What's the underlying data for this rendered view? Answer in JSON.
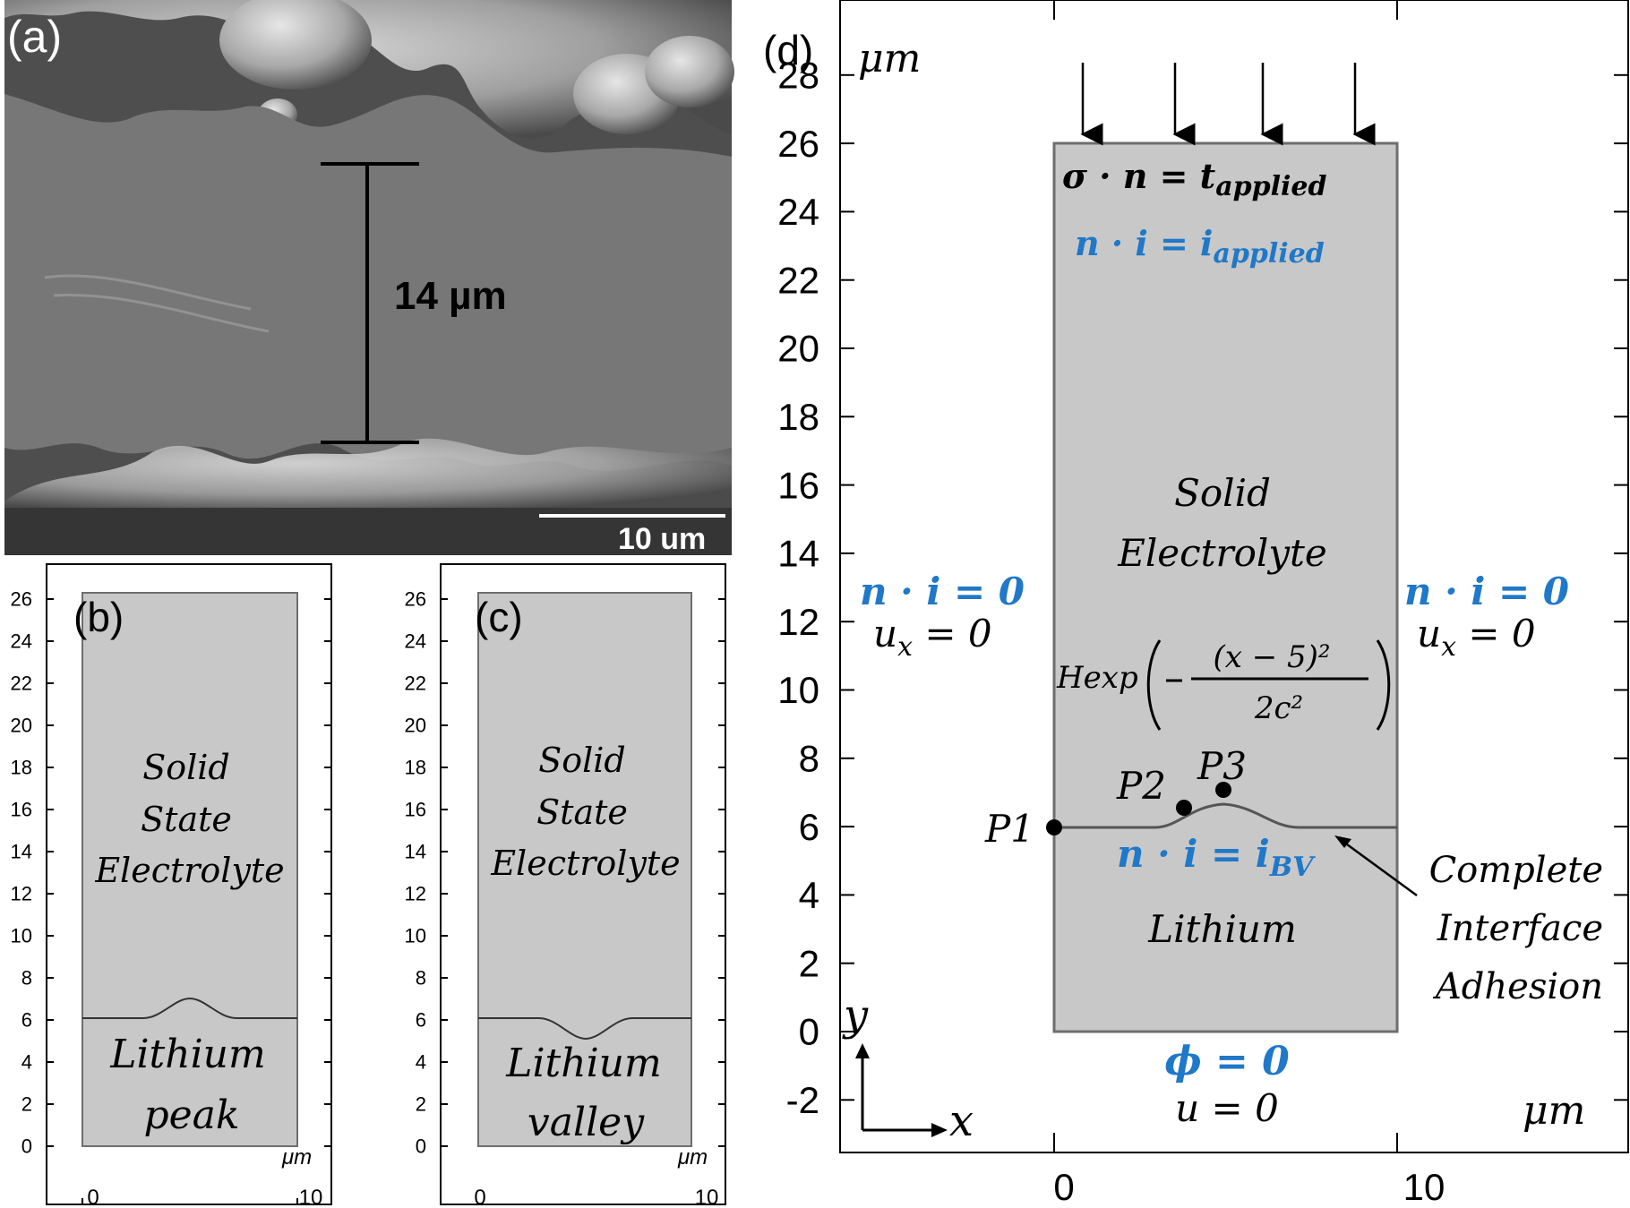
{
  "panel_a": {
    "label": "(a)",
    "measurement": "14 µm",
    "scale_bar": "10 um"
  },
  "panel_b": {
    "label": "(b)",
    "upper_region": [
      "Solid",
      "State",
      "Electrolyte"
    ],
    "lower_region": [
      "Lithium",
      "peak"
    ],
    "unit": "μm",
    "y_ticks": [
      "0",
      "2",
      "4",
      "6",
      "8",
      "10",
      "12",
      "14",
      "16",
      "18",
      "20",
      "22",
      "24",
      "26"
    ],
    "x_ticks": [
      "0",
      "10"
    ]
  },
  "panel_c": {
    "label": "(c)",
    "upper_region": [
      "Solid",
      "State",
      "Electrolyte"
    ],
    "lower_region": [
      "Lithium",
      "valley"
    ],
    "unit": "μm",
    "y_ticks": [
      "0",
      "2",
      "4",
      "6",
      "8",
      "10",
      "12",
      "14",
      "16",
      "18",
      "20",
      "22",
      "24",
      "26"
    ],
    "x_ticks": [
      "0",
      "10"
    ]
  },
  "panel_d": {
    "label": "(d)",
    "unit_top": "μm",
    "unit_bottom": "μm",
    "y_ticks": [
      "-2",
      "0",
      "2",
      "4",
      "6",
      "8",
      "10",
      "12",
      "14",
      "16",
      "18",
      "20",
      "22",
      "24",
      "26",
      "28"
    ],
    "x_ticks": [
      "0",
      "10"
    ],
    "top_bc_mech": "σ · n = t",
    "top_bc_mech_sub": "applied",
    "top_bc_elec": "n · i = i",
    "top_bc_elec_sub": "applied",
    "electrolyte_label": [
      "Solid",
      "Electrolyte"
    ],
    "gaussian_prefix": "Hexp",
    "gaussian_numerator": "(x − 5)²",
    "gaussian_denominator": "2c²",
    "left_bc_elec": "n · i = 0",
    "left_bc_mech": "u",
    "left_bc_mech_sub": "x",
    "left_bc_mech_rest": " = 0",
    "right_bc_elec": "n · i = 0",
    "right_bc_mech": "u",
    "right_bc_mech_sub": "x",
    "right_bc_mech_rest": " = 0",
    "point_1": "P1",
    "point_2": "P2",
    "point_3": "P3",
    "interface_bc": "n · i = i",
    "interface_bc_sub": "BV",
    "lithium_label": "Lithium",
    "adhesion_label": [
      "Complete",
      "Interface",
      "Adhesion"
    ],
    "bottom_bc_elec": "ϕ = 0",
    "bottom_bc_mech": "u = 0",
    "axis_y": "y",
    "axis_x": "x"
  },
  "colors": {
    "domain_fill": "#c8c8c8",
    "domain_stroke": "#6e6e6e",
    "bc_blue": "#1f78c8",
    "sem_dark": "#3a3a3a",
    "sem_light": "#9a9a9a"
  },
  "icons": {
    "load_arrows": "down-arrow-icon",
    "axis_arrows": "axis-arrows-icon"
  }
}
